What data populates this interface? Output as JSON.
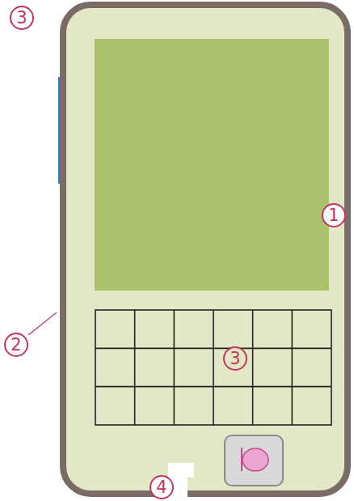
{
  "diagram": {
    "labels": [
      "3",
      "1",
      "2",
      "3",
      "4"
    ]
  }
}
